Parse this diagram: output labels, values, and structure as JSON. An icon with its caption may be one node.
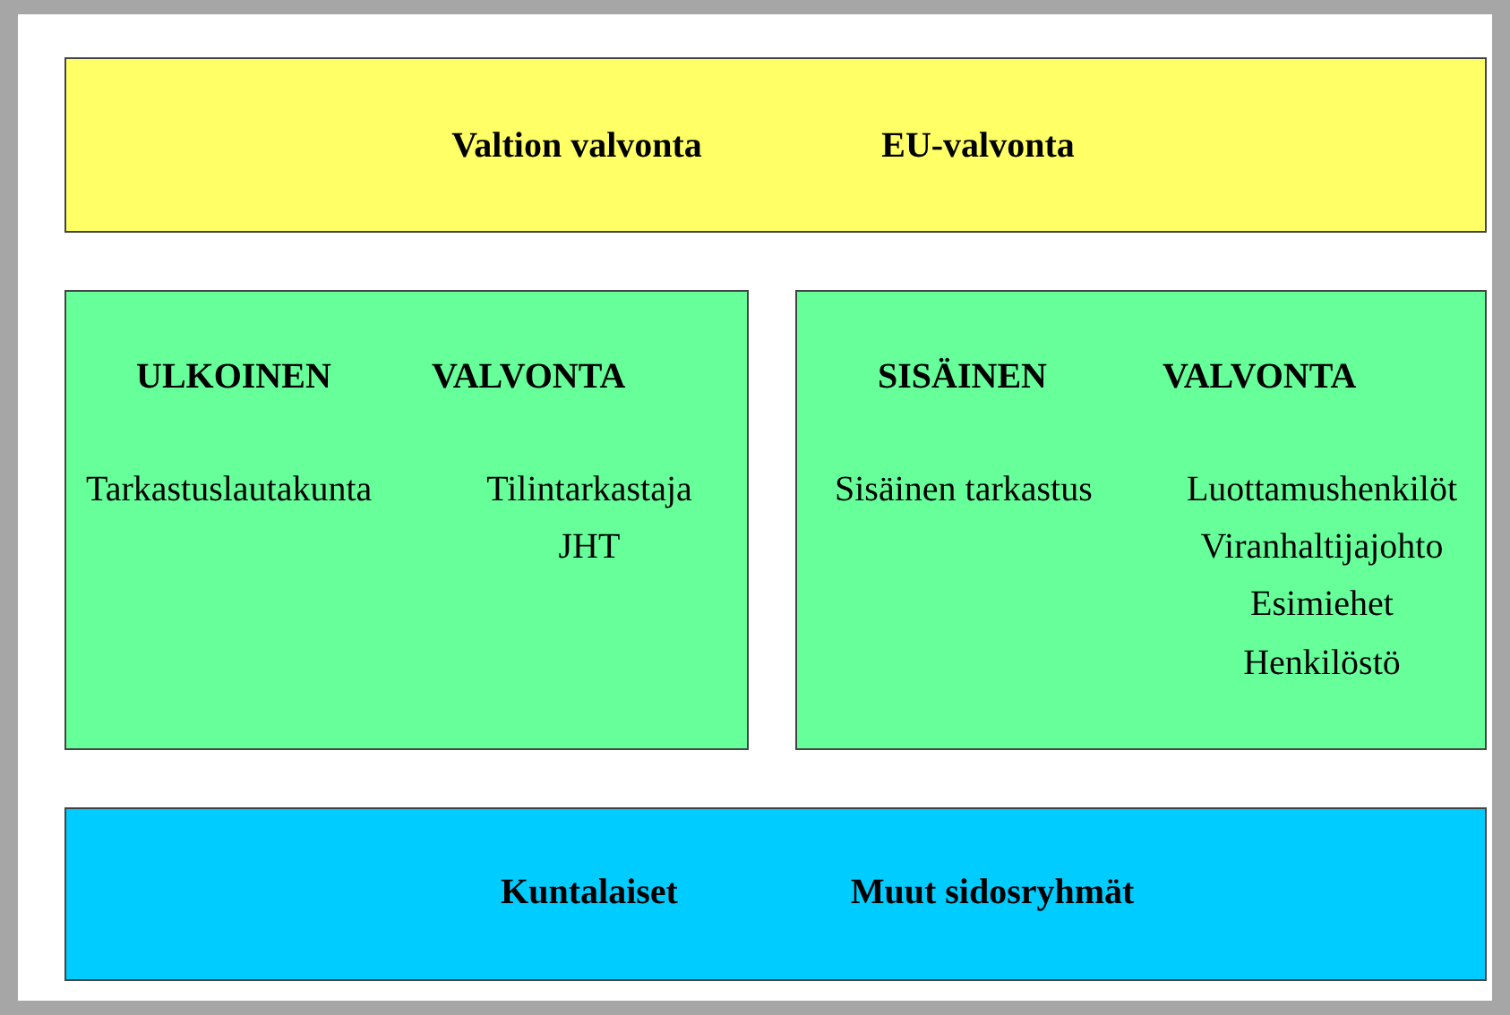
{
  "diagram": {
    "nodes": [
      {
        "text": [
          "Valtion valvonta",
          "EU-valvonta"
        ]
      },
      {
        "text": [
          "ULKOINEN",
          "VALVONTA",
          "Tarkastuslautakunta",
          "Tilintarkastaja",
          "JHT"
        ]
      },
      {
        "text": [
          "SISÄINEN",
          "VALVONTA",
          "Sisäinen tarkastus",
          "Luottamushenkilöt",
          "Viranhaltijajohto",
          "Esimiehet",
          "Henkilöstö"
        ]
      },
      {
        "text": [
          "Kuntalaiset",
          "Muut sidosryhmät"
        ]
      }
    ]
  }
}
